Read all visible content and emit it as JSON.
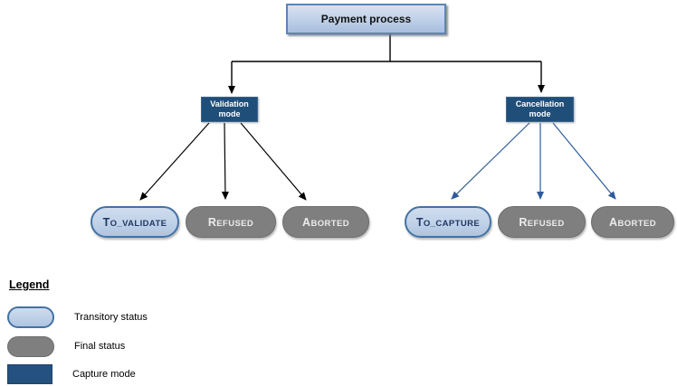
{
  "root": {
    "label": "Payment process"
  },
  "branches": [
    {
      "mode_label": "Validation mode",
      "connector_color": "#000000",
      "statuses": [
        {
          "label": "TO_VALIDATE",
          "type": "transitory"
        },
        {
          "label": "REFUSED",
          "type": "final"
        },
        {
          "label": "ABORTED",
          "type": "final"
        }
      ]
    },
    {
      "mode_label": "Cancellation mode",
      "connector_color": "#2e5b9c",
      "statuses": [
        {
          "label": "TO_CAPTURE",
          "type": "transitory"
        },
        {
          "label": "REFUSED",
          "type": "final"
        },
        {
          "label": "ABORTED",
          "type": "final"
        }
      ]
    }
  ],
  "legend": {
    "title": "Legend",
    "items": [
      {
        "label": "Transitory status",
        "swatch_color": "#c0d2e8"
      },
      {
        "label": "Final status",
        "swatch_color": "#7f7f7f"
      },
      {
        "label": "Capture mode",
        "swatch_color": "#24517f"
      }
    ]
  },
  "colors": {
    "root_box_border": "#5b84b6",
    "mode_box_fill": "#1f4e79",
    "transitory_fill": "#c0d2e8",
    "transitory_border": "#4472a4",
    "transitory_text": "#1f3864",
    "final_fill": "#7f7f7f",
    "validation_arrows": "#000000",
    "cancellation_arrows": "#2e5b9c"
  }
}
